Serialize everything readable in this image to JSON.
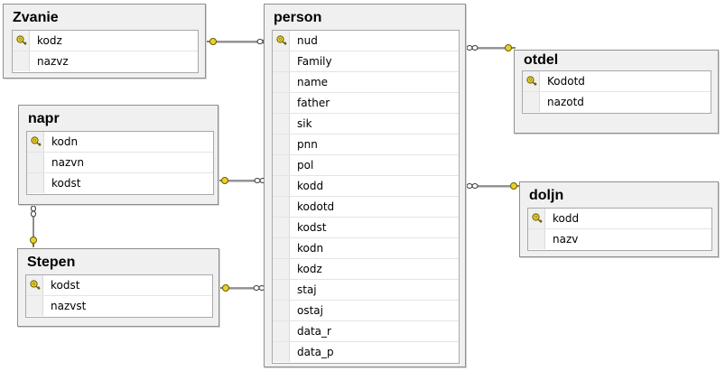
{
  "diagram": {
    "tables": [
      {
        "id": "zvanie",
        "title": "Zvanie",
        "columns": [
          {
            "name": "kodz",
            "pk": true
          },
          {
            "name": "nazvz",
            "pk": false
          }
        ]
      },
      {
        "id": "napr",
        "title": "napr",
        "columns": [
          {
            "name": "kodn",
            "pk": true
          },
          {
            "name": "nazvn",
            "pk": false
          },
          {
            "name": "kodst",
            "pk": false
          }
        ]
      },
      {
        "id": "stepen",
        "title": "Stepen",
        "columns": [
          {
            "name": "kodst",
            "pk": true
          },
          {
            "name": "nazvst",
            "pk": false
          }
        ]
      },
      {
        "id": "person",
        "title": "person",
        "columns": [
          {
            "name": "nud",
            "pk": true
          },
          {
            "name": "Family",
            "pk": false
          },
          {
            "name": "name",
            "pk": false
          },
          {
            "name": "father",
            "pk": false
          },
          {
            "name": "sik",
            "pk": false
          },
          {
            "name": "pnn",
            "pk": false
          },
          {
            "name": "pol",
            "pk": false
          },
          {
            "name": "kodd",
            "pk": false
          },
          {
            "name": "kodotd",
            "pk": false
          },
          {
            "name": "kodst",
            "pk": false
          },
          {
            "name": "kodn",
            "pk": false
          },
          {
            "name": "kodz",
            "pk": false
          },
          {
            "name": "staj",
            "pk": false
          },
          {
            "name": "ostaj",
            "pk": false
          },
          {
            "name": "data_r",
            "pk": false
          },
          {
            "name": "data_p",
            "pk": false
          }
        ]
      },
      {
        "id": "otdel",
        "title": "otdel",
        "columns": [
          {
            "name": "Kodotd",
            "pk": true
          },
          {
            "name": "nazotd",
            "pk": false
          }
        ]
      },
      {
        "id": "doljn",
        "title": "doljn",
        "columns": [
          {
            "name": "kodd",
            "pk": true
          },
          {
            "name": "nazv",
            "pk": false
          }
        ]
      }
    ],
    "relationships": [
      {
        "one": "zvanie",
        "many": "person"
      },
      {
        "one": "napr",
        "many": "person"
      },
      {
        "one": "stepen",
        "many": "person"
      },
      {
        "one": "otdel",
        "many": "person"
      },
      {
        "one": "doljn",
        "many": "person"
      },
      {
        "one": "stepen",
        "many": "napr"
      }
    ],
    "colors": {
      "key_fill": "#e8d22a",
      "key_stroke": "#6b5a00",
      "link_line": "#7a7a7a",
      "link_shadow": "#c8c8c8"
    }
  }
}
